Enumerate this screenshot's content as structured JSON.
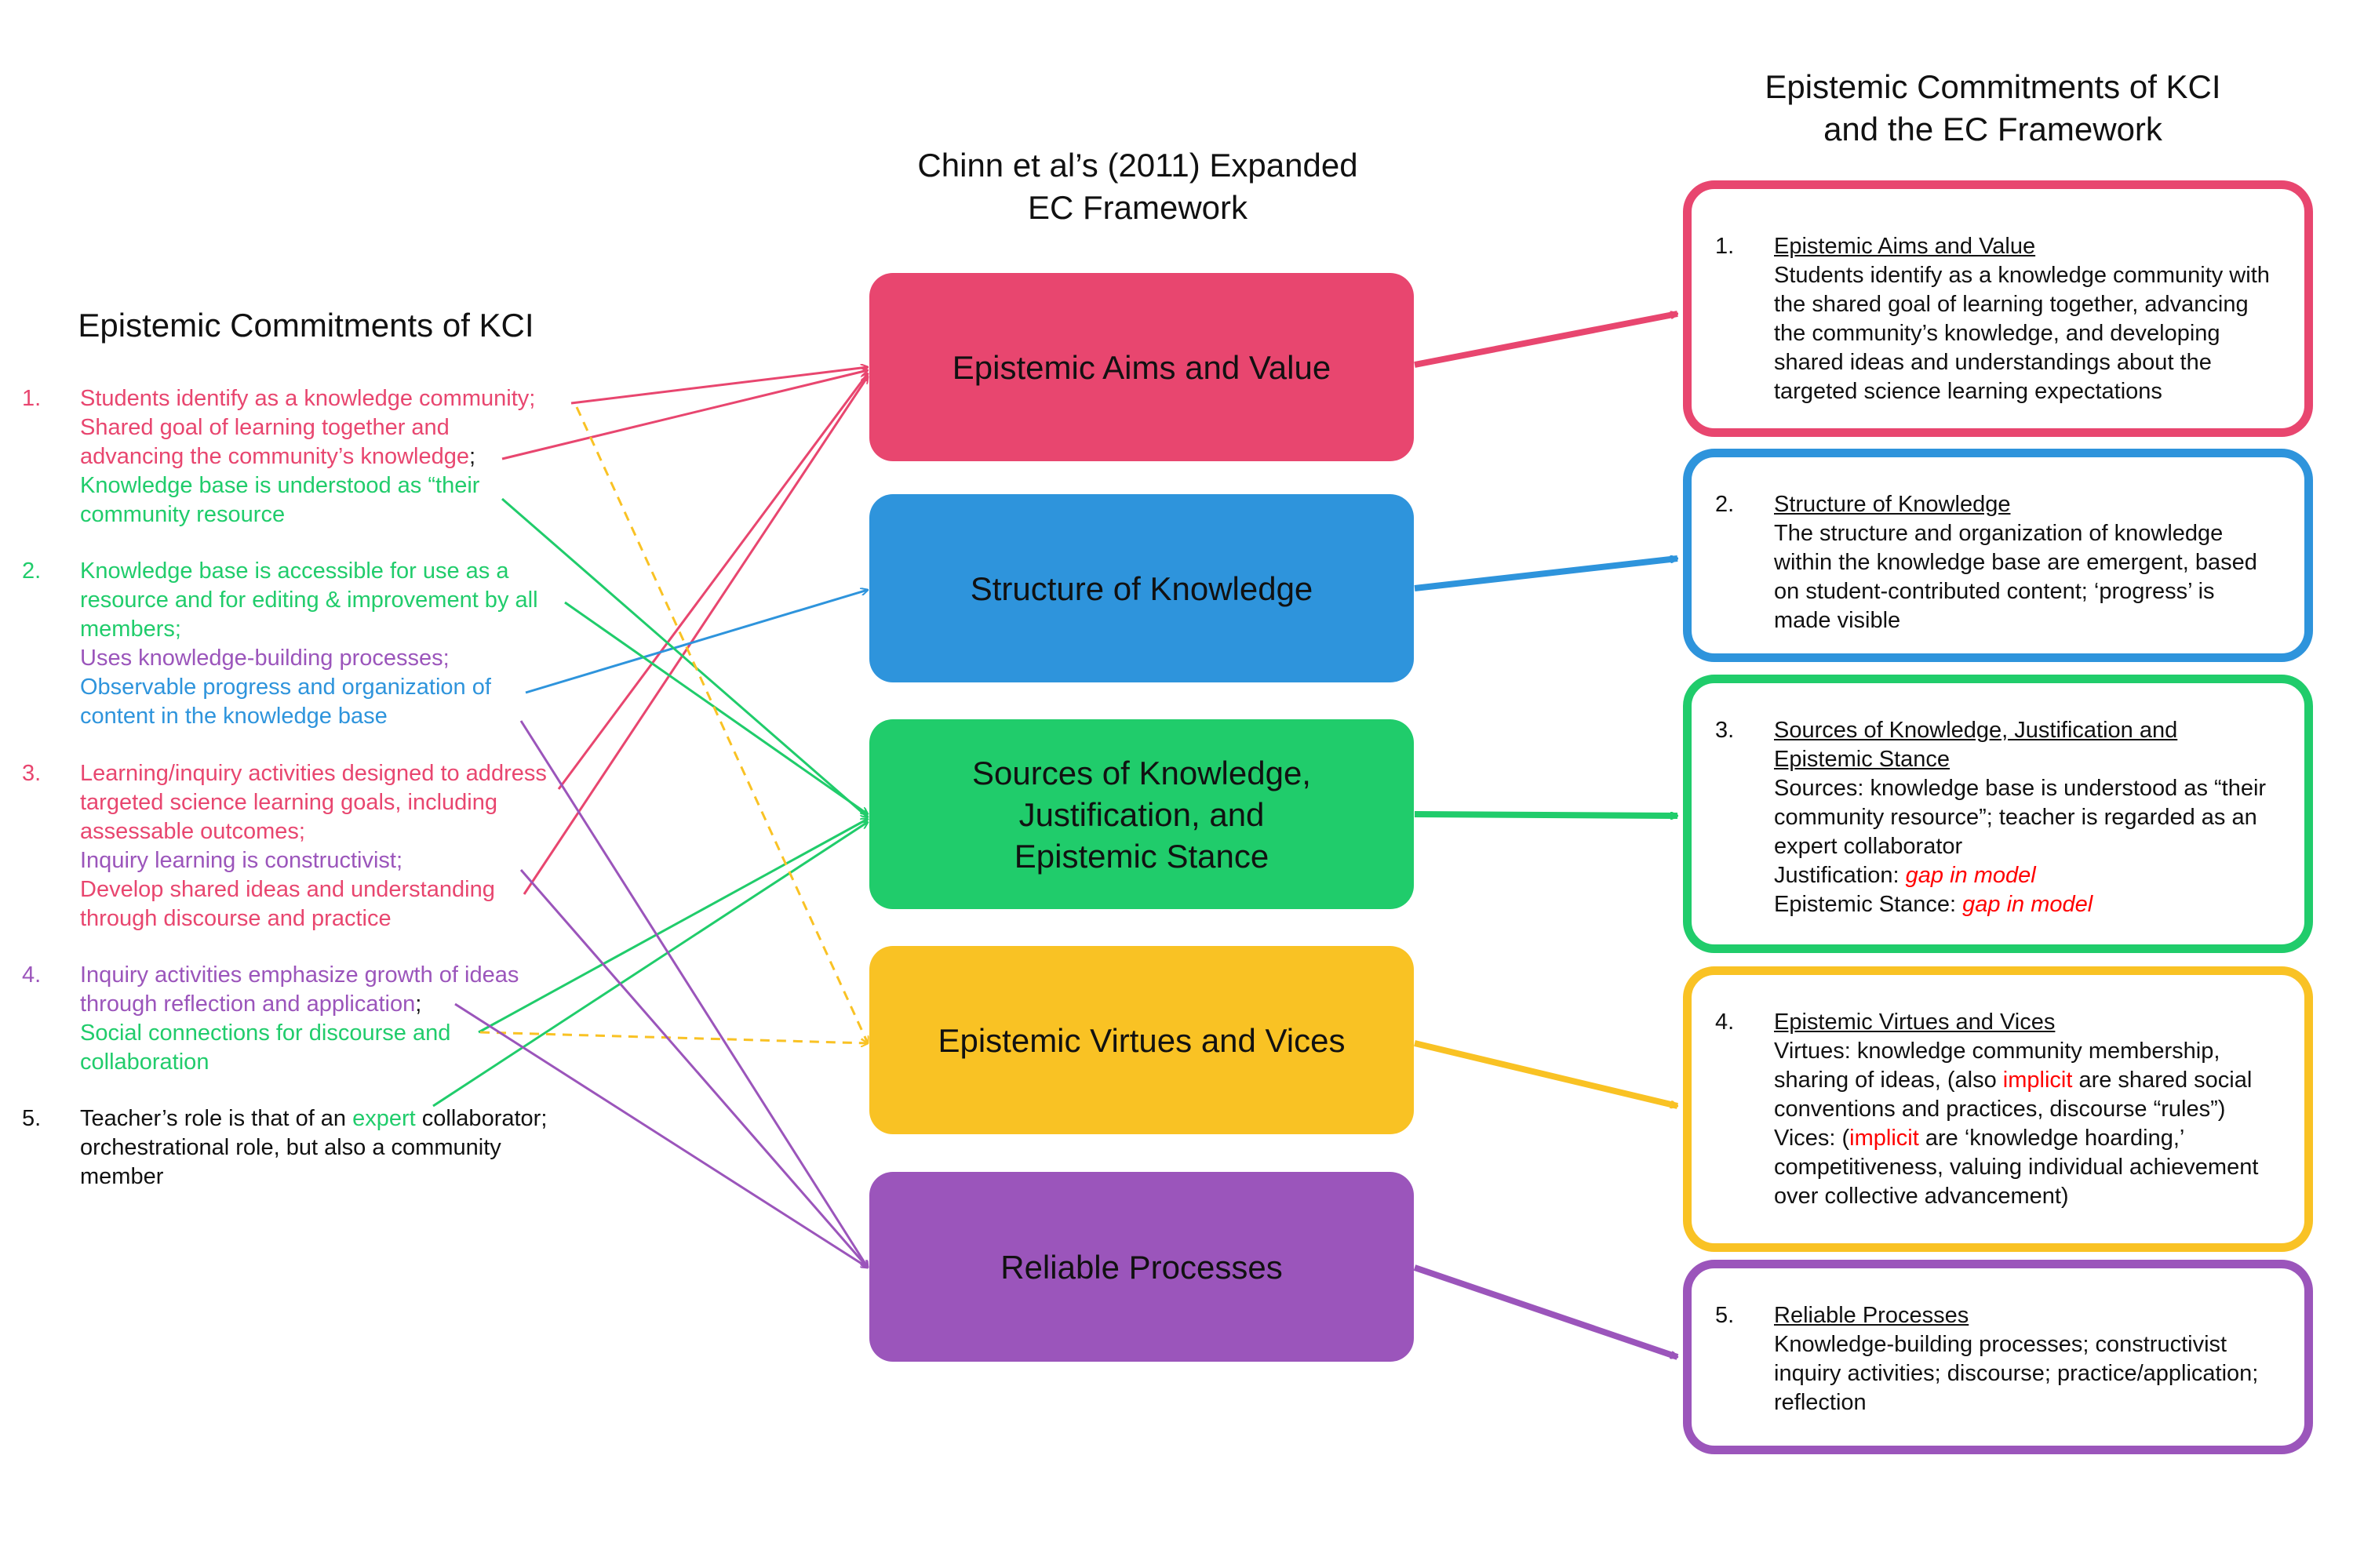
{
  "colors": {
    "pink": "#e8466f",
    "blue": "#2e94dc",
    "green": "#20cc6b",
    "yellow": "#f9c224",
    "purple": "#9b55bb",
    "red": "#ff0000"
  },
  "titles": {
    "left": "Epistemic Commitments of KCI",
    "center_line1": "Chinn et al’s (2011) Expanded",
    "center_line2": "EC Framework",
    "right_line1": "Epistemic Commitments of KCI",
    "right_line2": "and the EC Framework"
  },
  "left_items": [
    {
      "num": "1.",
      "lines": [
        {
          "text": "Students identify as a knowledge community;",
          "color": "pink"
        },
        {
          "text": "Shared goal of learning together and",
          "color": "pink"
        },
        {
          "text": "advancing the community’s knowledge",
          "color": "pink",
          "suffix": ";"
        },
        {
          "text": "Knowledge base is understood as “their",
          "color": "green"
        },
        {
          "text": "community resource",
          "color": "green"
        }
      ]
    },
    {
      "num": "2.",
      "lines": [
        {
          "text": "Knowledge base is accessible for use as a",
          "color": "green"
        },
        {
          "text": "resource and for editing & improvement by all",
          "color": "green"
        },
        {
          "text": "members;",
          "color": "green"
        },
        {
          "text": "Uses knowledge-building processes;",
          "color": "purple"
        },
        {
          "text": "Observable progress and organization of",
          "color": "blue"
        },
        {
          "text": "content in the knowledge base",
          "color": "blue"
        }
      ]
    },
    {
      "num": "3.",
      "lines": [
        {
          "text": "Learning/inquiry activities designed to address",
          "color": "pink"
        },
        {
          "text": "targeted science learning goals, including",
          "color": "pink"
        },
        {
          "text": "assessable outcomes;",
          "color": "pink"
        },
        {
          "text": "Inquiry learning is constructivist;",
          "color": "purple"
        },
        {
          "text": "Develop shared ideas and understanding",
          "color": "pink"
        },
        {
          "text": "through discourse and practice",
          "color": "pink"
        }
      ]
    },
    {
      "num": "4.",
      "lines": [
        {
          "text": "Inquiry activities emphasize growth of ideas",
          "color": "purple"
        },
        {
          "text": "through reflection and application",
          "color": "purple",
          "suffix": ";"
        },
        {
          "text": "Social connections for discourse and",
          "color": "green"
        },
        {
          "text": "collaboration",
          "color": "green"
        }
      ]
    },
    {
      "num": "5.",
      "line1_pre": "Teacher’s role is that of an ",
      "line1_mid": "expert",
      "line1_post": " collaborator;",
      "line2": "orchestrational role, but also a community",
      "line3": "member"
    }
  ],
  "center_boxes": [
    {
      "lines": [
        "Epistemic Aims and Value"
      ],
      "color": "pink"
    },
    {
      "lines": [
        "Structure of Knowledge"
      ],
      "color": "blue"
    },
    {
      "lines": [
        "Sources of Knowledge,",
        "Justification, and",
        "Epistemic Stance"
      ],
      "color": "green"
    },
    {
      "lines": [
        "Epistemic Virtues and Vices"
      ],
      "color": "yellow"
    },
    {
      "lines": [
        "Reliable Processes"
      ],
      "color": "purple"
    }
  ],
  "right_boxes": [
    {
      "num": "1.",
      "heading": "Epistemic Aims and Value",
      "lines": [
        "Students identify as a knowledge community with",
        "the shared goal of learning together, advancing",
        "the community’s knowledge, and developing",
        "shared ideas and understandings about the",
        "targeted science learning expectations"
      ]
    },
    {
      "num": "2.",
      "heading": "Structure of Knowledge",
      "lines": [
        "The structure and organization of knowledge",
        "within the knowledge base are emergent, based",
        "on student-contributed content; ‘progress’ is",
        "made visible"
      ]
    },
    {
      "num": "3.",
      "heading_line1": "Sources of Knowledge, Justification and",
      "heading_line2": "Epistemic Stance",
      "lines": [
        "Sources:  knowledge base is understood as “their",
        "community resource”; teacher is regarded as an",
        "expert collaborator"
      ],
      "justification_label": "Justification:  ",
      "justification_value": "gap in model",
      "stance_label": "Epistemic Stance:  ",
      "stance_value": "gap in model"
    },
    {
      "num": "4.",
      "heading": "Epistemic Virtues and Vices",
      "line1": "Virtues: knowledge community membership,",
      "line2_pre": "sharing of ideas, (also ",
      "line2_red": "implicit",
      "line2_post": " are shared social",
      "line3": "conventions and practices, discourse “rules”)",
      "line4_pre": "Vices: (",
      "line4_red": "implicit",
      "line4_post": " are ‘knowledge hoarding,’",
      "line5": "competitiveness, valuing individual achievement",
      "line6": "over collective advancement)"
    },
    {
      "num": "5.",
      "heading": "Reliable Processes",
      "lines": [
        "Knowledge-building processes; constructivist",
        "inquiry activities; discourse; practice/application;",
        "reflection"
      ]
    }
  ]
}
